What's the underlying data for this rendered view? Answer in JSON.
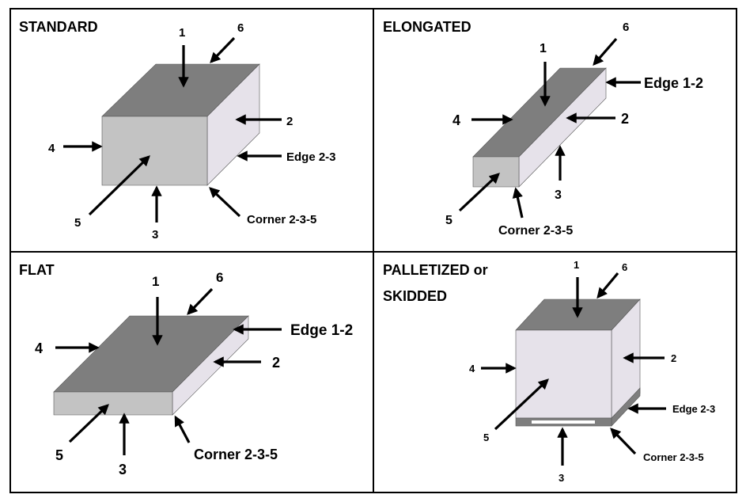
{
  "colors": {
    "top_face": "#7e7e7e",
    "front_face": "#c3c3c3",
    "side_face": "#e6e2ea",
    "border": "#000000"
  },
  "panels": {
    "standard": {
      "title": "STANDARD",
      "labels": {
        "face1": "1",
        "face2": "2",
        "face3": "3",
        "face4": "4",
        "face5": "5",
        "face6": "6",
        "edge": "Edge 2-3",
        "corner": "Corner 2-3-5"
      }
    },
    "elongated": {
      "title": "ELONGATED",
      "labels": {
        "face1": "1",
        "face2": "2",
        "face3": "3",
        "face4": "4",
        "face5": "5",
        "face6": "6",
        "edge": "Edge 1-2",
        "corner": "Corner 2-3-5"
      }
    },
    "flat": {
      "title": "FLAT",
      "labels": {
        "face1": "1",
        "face2": "2",
        "face3": "3",
        "face4": "4",
        "face5": "5",
        "face6": "6",
        "edge": "Edge 1-2",
        "corner": "Corner 2-3-5"
      }
    },
    "palletized": {
      "title_line1": "PALLETIZED or",
      "title_line2": "SKIDDED",
      "labels": {
        "face1": "1",
        "face2": "2",
        "face3": "3",
        "face4": "4",
        "face5": "5",
        "face6": "6",
        "edge": "Edge 2-3",
        "corner": "Corner 2-3-5"
      }
    }
  }
}
